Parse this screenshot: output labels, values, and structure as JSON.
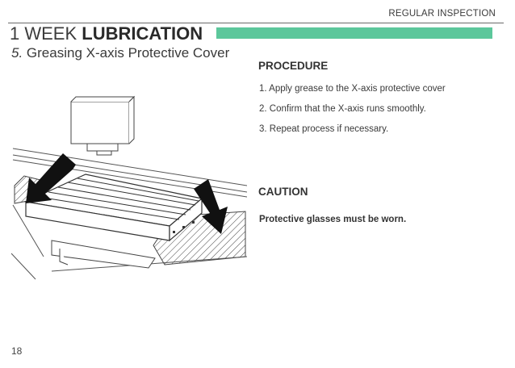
{
  "header": {
    "section": "REGULAR INSPECTION"
  },
  "title": {
    "prefix": "1 WEEK",
    "bold": "LUBRICATION"
  },
  "subtitle": {
    "number": "5.",
    "text": "Greasing X-axis Protective Cover"
  },
  "procedure": {
    "heading": "PROCEDURE",
    "steps": [
      "1. Apply grease to the X-axis protective cover",
      "2. Confirm that the X-axis runs smoothly.",
      "3. Repeat process if necessary."
    ]
  },
  "caution": {
    "heading": "CAUTION",
    "text": "Protective glasses must be worn."
  },
  "page": {
    "number": "18"
  },
  "colors": {
    "accent": "#5cc79b",
    "text": "#2b2b2b"
  },
  "illustration": {
    "subject": "machine-table-with-arrows-icon"
  }
}
